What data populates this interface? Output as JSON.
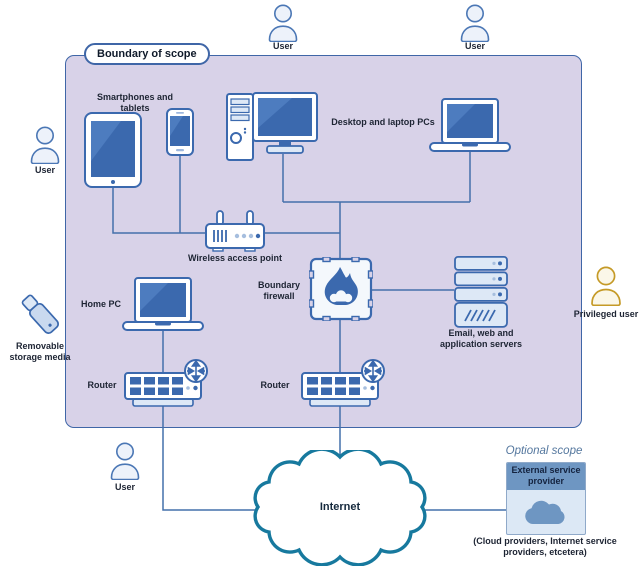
{
  "boundary": {
    "label": "Boundary of scope"
  },
  "labels": {
    "user": "User",
    "privileged_user": "Privileged user",
    "removable_media": "Removable storage media",
    "smartphones_tablets": "Smartphones and tablets",
    "desktop_laptop_pcs": "Desktop and laptop PCs",
    "wireless_access_point": "Wireless access point",
    "boundary_firewall": "Boundary firewall",
    "servers": "Email, web and application servers",
    "home_pc": "Home PC",
    "router": "Router",
    "internet": "Internet",
    "optional_scope": "Optional scope",
    "external_service_provider": "External service provider",
    "external_note": "(Cloud providers, Internet service providers, etcetera)"
  },
  "colors": {
    "boundary_fill": "#d8d2e8",
    "boundary_border": "#3f66a7",
    "connection_line": "#4470ab",
    "device_stroke": "#3b69ae",
    "screen_dark": "#3b69ae",
    "screen_light": "#4d7cbf",
    "light_fill": "#dde8f6",
    "user_fill": "#edf2fa",
    "internet_cloud_stroke": "#17799e",
    "esp_header": "#6e96c2",
    "esp_body": "#dce8f5",
    "privileged_stroke": "#c59a27",
    "privileged_fill": "#fbf7e8",
    "optional_scope_text": "#54779e"
  }
}
